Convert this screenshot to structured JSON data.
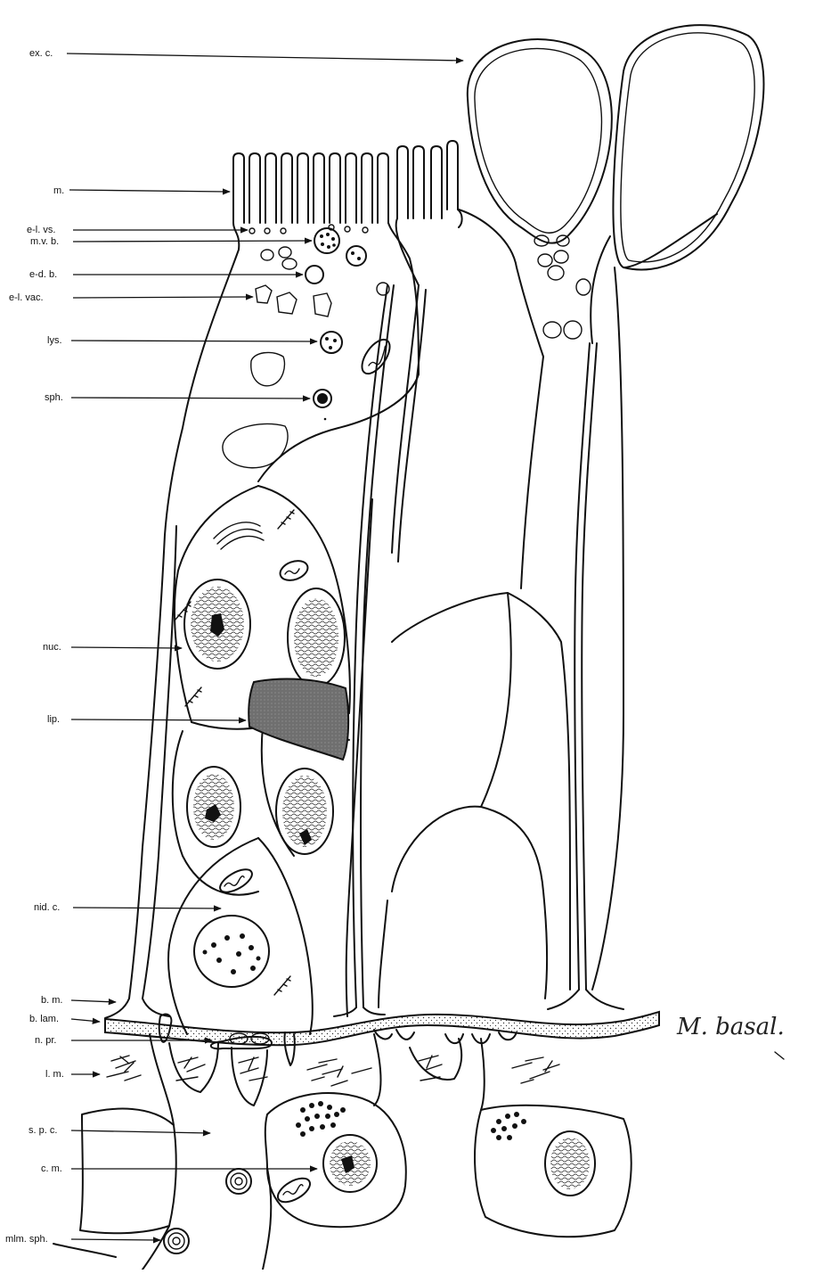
{
  "labels": {
    "ex_c": "ex. c.",
    "m": "m.",
    "e_l_vs": "e-l. vs.",
    "m_v_b": "m.v. b.",
    "e_d_b": "e-d. b.",
    "e_l_vac": "e-l. vac.",
    "lys": "lys.",
    "sph": "sph.",
    "nuc": "nuc.",
    "lip": "lip.",
    "nid_c": "nid. c.",
    "b_m": "b. m.",
    "b_lam": "b. lam.",
    "n_pr": "n. pr.",
    "l_m": "l. m.",
    "s_p_c": "s. p. c.",
    "c_m": "c. m.",
    "mlm_sph": "mlm. sph."
  },
  "handwritten_note": "M. basal."
}
